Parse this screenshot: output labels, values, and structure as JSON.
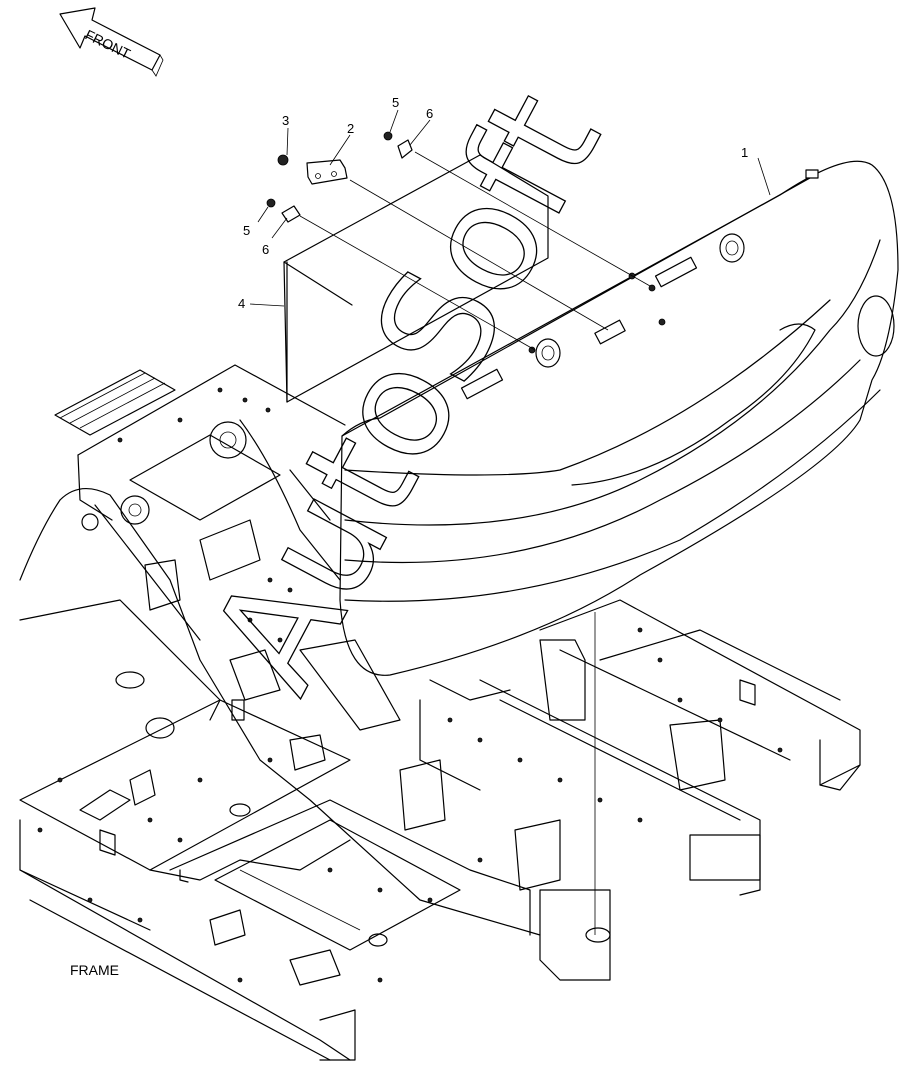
{
  "diagram": {
    "direction_label": "FRONT",
    "section_label": "FRAME",
    "watermark": "AutoSoft",
    "callouts": [
      {
        "id": "c1",
        "text": "1"
      },
      {
        "id": "c2",
        "text": "2"
      },
      {
        "id": "c3",
        "text": "3"
      },
      {
        "id": "c4",
        "text": "4"
      },
      {
        "id": "c5a",
        "text": "5"
      },
      {
        "id": "c5b",
        "text": "5"
      },
      {
        "id": "c6a",
        "text": "6"
      },
      {
        "id": "c6b",
        "text": "6"
      }
    ]
  }
}
